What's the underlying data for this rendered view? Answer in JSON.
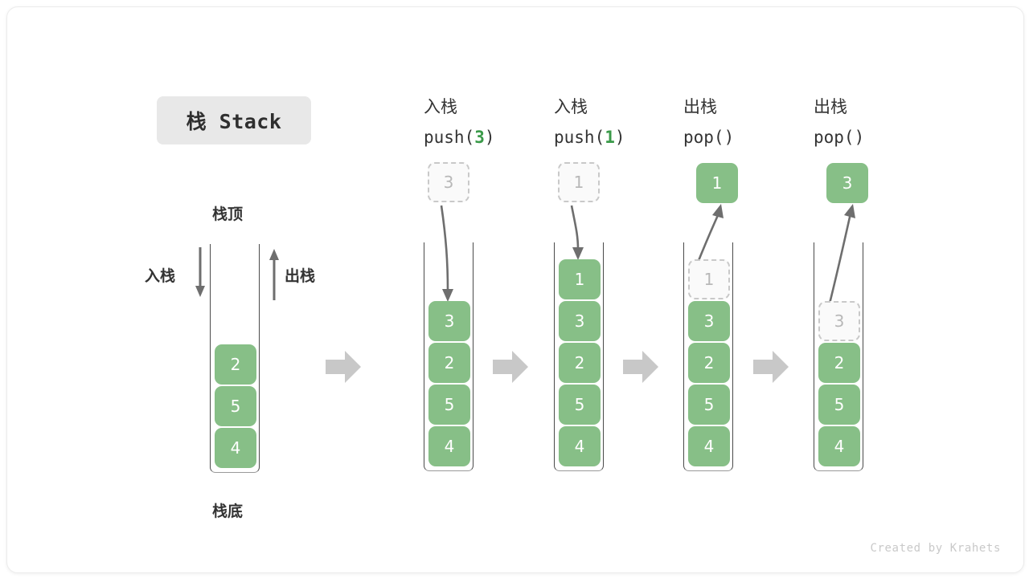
{
  "title": {
    "text": "栈 Stack"
  },
  "labels": {
    "top": "栈顶",
    "bottom": "栈底",
    "push": "入栈",
    "pop": "出栈"
  },
  "watermark": "Created by Krahets",
  "colors": {
    "item_green": "#87bf87",
    "item_text": "#ffffff",
    "ghost_fill": "#fafafa",
    "ghost_border": "#c9c9c9",
    "ghost_text": "#b8b8b8",
    "accent_green_text": "#3a9a49",
    "block_arrow": "#c8c8c8",
    "thin_arrow": "#6e6e6e",
    "box_wall": "#4a4a4a",
    "chip_bg": "#e8e8e8"
  },
  "initial_stack": {
    "caption_top": "栈顶",
    "caption_bottom": "栈底",
    "push_label": "入栈",
    "pop_label": "出栈",
    "items": [
      "2",
      "5",
      "4"
    ]
  },
  "stages": [
    {
      "id": "push-3",
      "op_cn": "入栈",
      "op_code_prefix": "push(",
      "op_code_value": "3",
      "op_code_suffix": ")",
      "floating_value": "3",
      "floating_kind": "ghost",
      "arrow": "down",
      "items": [
        {
          "value": "3",
          "kind": "solid"
        },
        {
          "value": "2",
          "kind": "solid"
        },
        {
          "value": "5",
          "kind": "solid"
        },
        {
          "value": "4",
          "kind": "solid"
        }
      ]
    },
    {
      "id": "push-1",
      "op_cn": "入栈",
      "op_code_prefix": "push(",
      "op_code_value": "1",
      "op_code_suffix": ")",
      "floating_value": "1",
      "floating_kind": "ghost",
      "arrow": "down",
      "items": [
        {
          "value": "1",
          "kind": "solid"
        },
        {
          "value": "3",
          "kind": "solid"
        },
        {
          "value": "2",
          "kind": "solid"
        },
        {
          "value": "5",
          "kind": "solid"
        },
        {
          "value": "4",
          "kind": "solid"
        }
      ]
    },
    {
      "id": "pop-1",
      "op_cn": "出栈",
      "op_code_prefix": "pop(",
      "op_code_value": "",
      "op_code_suffix": ")",
      "floating_value": "1",
      "floating_kind": "solid",
      "arrow": "up",
      "items": [
        {
          "value": "1",
          "kind": "ghost"
        },
        {
          "value": "3",
          "kind": "solid"
        },
        {
          "value": "2",
          "kind": "solid"
        },
        {
          "value": "5",
          "kind": "solid"
        },
        {
          "value": "4",
          "kind": "solid"
        }
      ]
    },
    {
      "id": "pop-3",
      "op_cn": "出栈",
      "op_code_prefix": "pop(",
      "op_code_value": "",
      "op_code_suffix": ")",
      "floating_value": "3",
      "floating_kind": "solid",
      "arrow": "up",
      "items": [
        {
          "value": "3",
          "kind": "ghost"
        },
        {
          "value": "2",
          "kind": "solid"
        },
        {
          "value": "5",
          "kind": "solid"
        },
        {
          "value": "4",
          "kind": "solid"
        }
      ]
    }
  ]
}
